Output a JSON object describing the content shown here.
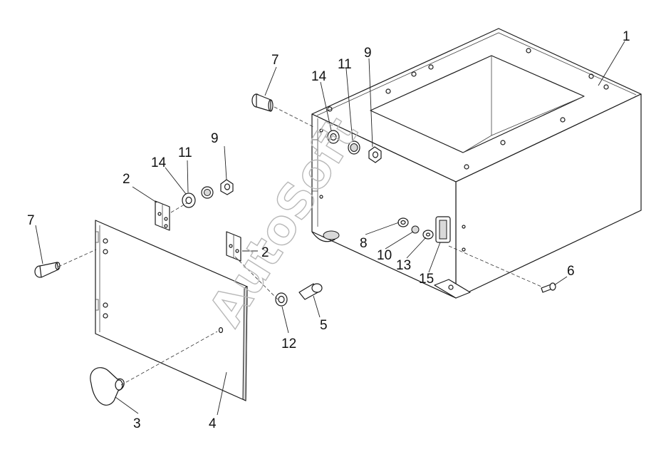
{
  "watermark": "AutoSoft",
  "callouts": {
    "housing": "1",
    "hinge_left": "2",
    "hinge_right": "2",
    "knob": "3",
    "door_panel": "4",
    "stud_bolt": "5",
    "small_screw": "6",
    "bolt_left": "7",
    "bolt_top": "7",
    "nut_top": "9",
    "nut_left": "9",
    "washer_11_top": "11",
    "washer_11_left": "11",
    "washer_14_top": "14",
    "washer_14_left": "14",
    "nut_8": "8",
    "washer_10": "10",
    "washer_12": "12",
    "washer_13": "13",
    "latch_15": "15"
  }
}
